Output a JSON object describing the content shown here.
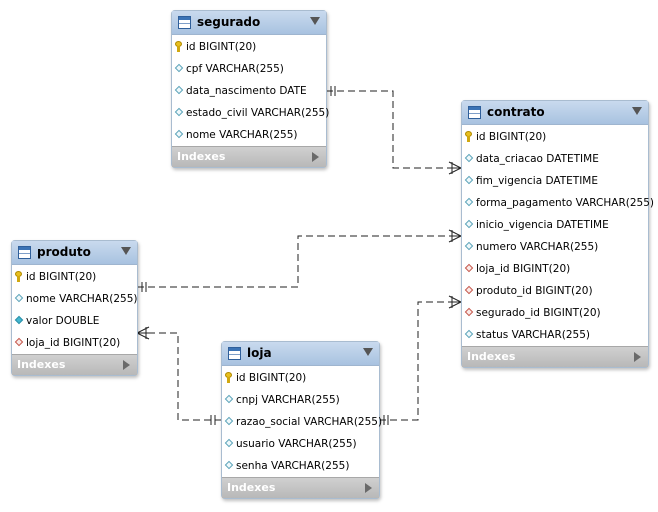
{
  "indexes_label": "Indexes",
  "tables": {
    "segurado": {
      "name": "segurado",
      "columns": [
        {
          "text": "id BIGINT(20)",
          "icon": "primary-key-icon"
        },
        {
          "text": "cpf VARCHAR(255)",
          "icon": "column-icon"
        },
        {
          "text": "data_nascimento DATE",
          "icon": "column-icon"
        },
        {
          "text": "estado_civil VARCHAR(255)",
          "icon": "column-icon"
        },
        {
          "text": "nome VARCHAR(255)",
          "icon": "column-icon"
        }
      ]
    },
    "contrato": {
      "name": "contrato",
      "columns": [
        {
          "text": "id BIGINT(20)",
          "icon": "primary-key-icon"
        },
        {
          "text": "data_criacao DATETIME",
          "icon": "column-icon"
        },
        {
          "text": "fim_vigencia DATETIME",
          "icon": "column-icon"
        },
        {
          "text": "forma_pagamento VARCHAR(255)",
          "icon": "column-icon"
        },
        {
          "text": "inicio_vigencia DATETIME",
          "icon": "column-icon"
        },
        {
          "text": "numero VARCHAR(255)",
          "icon": "column-icon"
        },
        {
          "text": "loja_id BIGINT(20)",
          "icon": "foreign-key-icon"
        },
        {
          "text": "produto_id BIGINT(20)",
          "icon": "foreign-key-icon"
        },
        {
          "text": "segurado_id BIGINT(20)",
          "icon": "foreign-key-icon"
        },
        {
          "text": "status VARCHAR(255)",
          "icon": "column-icon"
        }
      ]
    },
    "produto": {
      "name": "produto",
      "columns": [
        {
          "text": "id BIGINT(20)",
          "icon": "primary-key-icon"
        },
        {
          "text": "nome VARCHAR(255)",
          "icon": "column-icon"
        },
        {
          "text": "valor DOUBLE",
          "icon": "not-null-column-icon"
        },
        {
          "text": "loja_id BIGINT(20)",
          "icon": "foreign-key-icon"
        }
      ]
    },
    "loja": {
      "name": "loja",
      "columns": [
        {
          "text": "id BIGINT(20)",
          "icon": "primary-key-icon"
        },
        {
          "text": "cnpj VARCHAR(255)",
          "icon": "column-icon"
        },
        {
          "text": "razao_social VARCHAR(255)",
          "icon": "column-icon"
        },
        {
          "text": "usuario VARCHAR(255)",
          "icon": "column-icon"
        },
        {
          "text": "senha VARCHAR(255)",
          "icon": "column-icon"
        }
      ]
    }
  },
  "relationships": [
    {
      "from": "segurado",
      "to": "contrato",
      "type": "one-to-many"
    },
    {
      "from": "produto",
      "to": "contrato",
      "type": "one-to-many"
    },
    {
      "from": "loja",
      "to": "contrato",
      "type": "one-to-many"
    },
    {
      "from": "loja",
      "to": "produto",
      "type": "one-to-many"
    }
  ]
}
